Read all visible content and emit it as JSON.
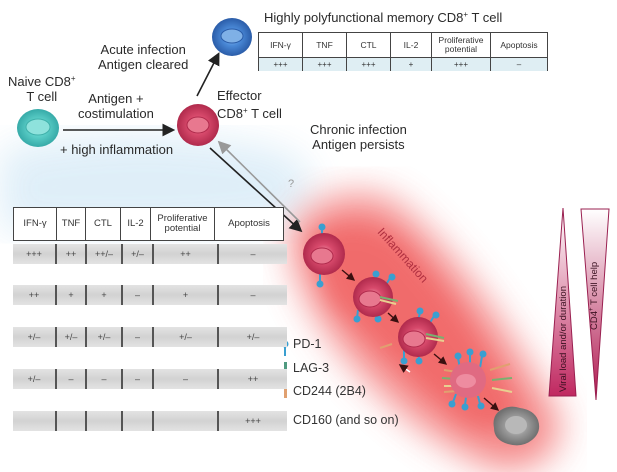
{
  "labels": {
    "naive_line1": "Naive CD8",
    "naive_sup": "+",
    "naive_line2": "T cell",
    "antigen_line1": "Antigen +",
    "antigen_line2": "costimulation",
    "high_inflammation": "+ high inflammation",
    "acute_line1": "Acute infection",
    "acute_line2": "Antigen cleared",
    "effector_line1": "Effector",
    "effector_line2_pre": "CD8",
    "effector_sup": "+",
    "effector_line2_post": " T cell",
    "chronic_line1": "Chronic infection",
    "chronic_line2": "Antigen persists",
    "question_mark": "?",
    "inflammation": "Inflammation",
    "viral_load": "Viral load and/or duration",
    "cd4_pre": "CD4",
    "cd4_sup": "+",
    "cd4_post": " T cell help"
  },
  "memory_table": {
    "title_pre": "Highly polyfunctional memory CD8",
    "title_sup": "+",
    "title_post": " T cell",
    "headers": [
      "IFN-γ",
      "TNF",
      "CTL",
      "IL-2",
      "Proliferative potential",
      "Apoptosis"
    ],
    "values": [
      "+++",
      "+++",
      "+++",
      "+",
      "+++",
      "–"
    ]
  },
  "exhaustion_table": {
    "headers": [
      "IFN-γ",
      "TNF",
      "CTL",
      "IL-2",
      "Proliferative potential",
      "Apoptosis"
    ],
    "rows": [
      [
        "+++",
        "++",
        "++/–",
        "+/–",
        "++",
        "–"
      ],
      [
        "++",
        "+",
        "+",
        "–",
        "+",
        "–"
      ],
      [
        "+/–",
        "+/–",
        "+/–",
        "–",
        "+/–",
        "+/–"
      ],
      [
        "+/–",
        "–",
        "–",
        "–",
        "–",
        "++"
      ],
      [
        "",
        "",
        "",
        "",
        "",
        "+++"
      ]
    ]
  },
  "legend": [
    {
      "label": "PD-1",
      "color": "#3a9fd0",
      "icon": "pd1-receptor-icon"
    },
    {
      "label": "LAG-3",
      "color": "#4f9a80",
      "icon": "lag3-bar-icon"
    },
    {
      "label": "CD244 (2B4)",
      "color": "#e0a070",
      "icon": "cd244-bar-icon"
    },
    {
      "label": "CD160 (and so on)",
      "color": "#efe0a0",
      "icon": "cd160-bar-icon"
    }
  ],
  "colors": {
    "naive_cell": "#4fc4c0",
    "memory_cell": "#3a78c8",
    "effector_cell": "#d04868",
    "exhausted_cell": "#d85a78",
    "dead_cell": "#8a8a8a",
    "inflammation": "#f06060",
    "triangle": "#c02860"
  }
}
